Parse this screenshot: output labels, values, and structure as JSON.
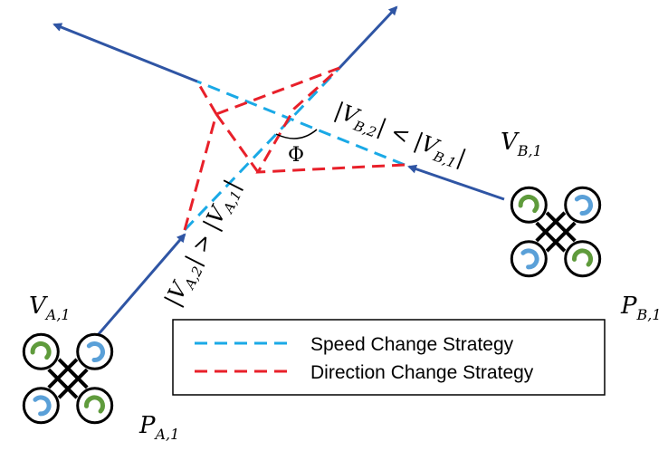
{
  "colors": {
    "speed_strategy": "#1aa9e6",
    "direction_strategy": "#e8202a",
    "velocity_arrow": "#2f55a4",
    "rotor_cw": "#5aa0d8",
    "rotor_ccw": "#5f9b3c"
  },
  "labels": {
    "va1_main": "V",
    "va1_sub": "A,1",
    "pa1_main": "P",
    "pa1_sub": "A,1",
    "vb1_main": "V",
    "vb1_sub": "B,1",
    "pb1_main": "P",
    "pb1_sub": "B,1",
    "phi": "Φ",
    "ineq_a": "|V_{A,2}| > |V_{A,1}|",
    "ineq_b": "|V_{B,2}| < |V_{B,1}|"
  },
  "ineq_a_parts": {
    "v": "V",
    "sub2": "A,2",
    "op": ">",
    "sub1": "A,1"
  },
  "ineq_b_parts": {
    "v": "V",
    "sub2": "B,2",
    "op": "<",
    "sub1": "B,1"
  },
  "legend": {
    "items": [
      {
        "label": "Speed Change Strategy",
        "style": "speed"
      },
      {
        "label": "Direction Change Strategy",
        "style": "direction"
      }
    ]
  },
  "icons": {
    "drone_a": "quadcopter-icon",
    "drone_b": "quadcopter-icon"
  }
}
